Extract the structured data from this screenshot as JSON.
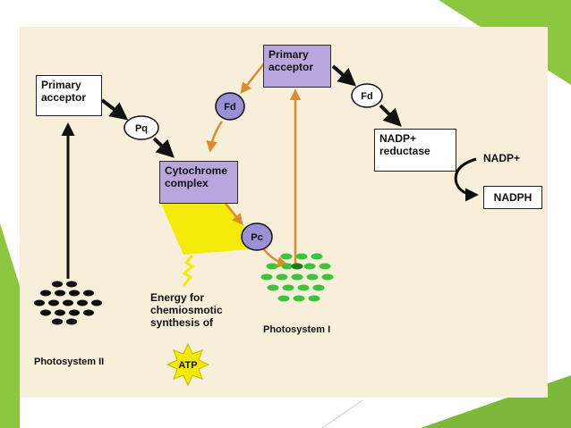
{
  "boxes": {
    "ps2_primary_acceptor": "Primary acceptor",
    "ps1_primary_acceptor": "Primary acceptor",
    "cytochrome_complex": "Cytochrome complex",
    "nadp_reductase": "NADP+ reductase",
    "nadph": "NADPH"
  },
  "carriers": {
    "pq": "Pq",
    "fd_left": "Fd",
    "fd_right": "Fd",
    "pc": "Pc"
  },
  "labels": {
    "nadp_plus": "NADP+",
    "energy_text": "Energy for chemiosmotic synthesis of",
    "atp": "ATP",
    "photosystem_ii": "Photosystem II",
    "photosystem_i": "Photosystem I"
  },
  "colors": {
    "slide_green": "#8dc63f",
    "slide_green_dark": "#6aa12e",
    "diagram_bg": "#f7efd9",
    "purple_box": "#b9a6dc",
    "carrier_purple": "#9b8fd6",
    "orange_arrow": "#e08a2c",
    "photosystem_i_green": "#3cc43c",
    "energy_yellow": "#f3ea00"
  }
}
